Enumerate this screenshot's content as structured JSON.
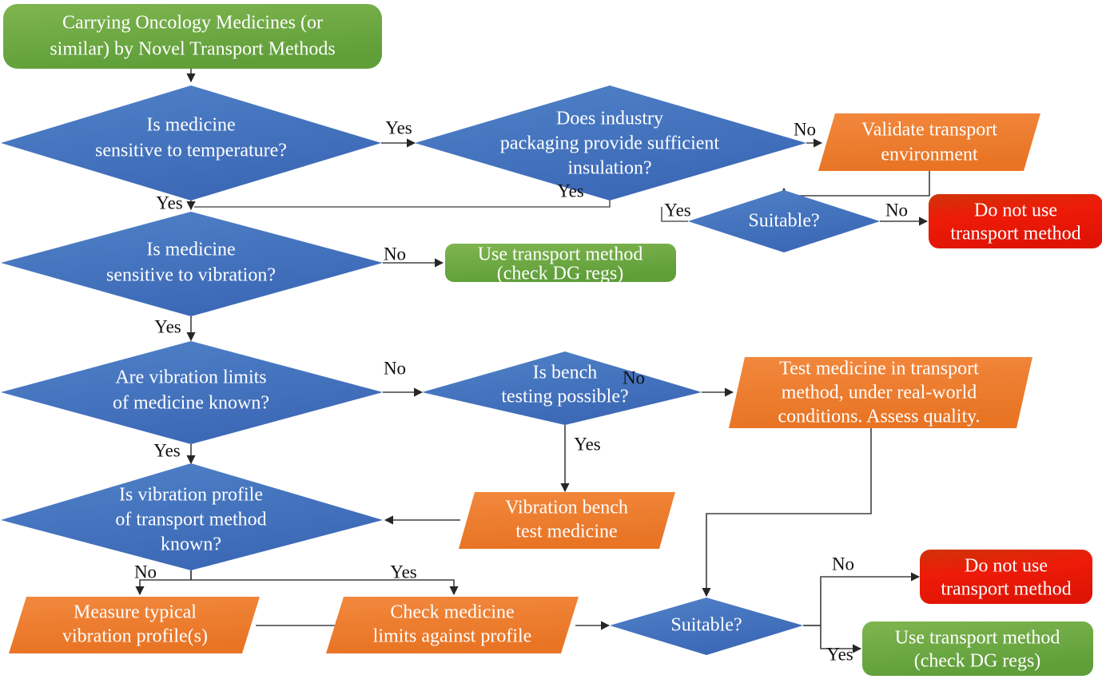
{
  "chart_data": {
    "type": "diagram",
    "title": "Carrying Oncology Medicines (or similar) by Novel Transport Methods",
    "diagram_kind": "flowchart",
    "nodes": [
      {
        "id": "start",
        "shape": "rounded-rect",
        "color": "#70ad47",
        "text": "Carrying Oncology Medicines (or similar) by Novel Transport Methods"
      },
      {
        "id": "temp",
        "shape": "diamond",
        "color": "#4472c4",
        "text": "Is medicine sensitive to temperature?"
      },
      {
        "id": "pack",
        "shape": "diamond",
        "color": "#4472c4",
        "text": "Does industry packaging provide sufficient insulation?"
      },
      {
        "id": "validate",
        "shape": "parallelogram",
        "color": "#ed7d31",
        "text": "Validate transport environment"
      },
      {
        "id": "suitable1",
        "shape": "diamond",
        "color": "#4472c4",
        "text": "Suitable?"
      },
      {
        "id": "donotuse1",
        "shape": "rounded-rect",
        "color": "#e8220c",
        "text": "Do not use transport method"
      },
      {
        "id": "vib",
        "shape": "diamond",
        "color": "#4472c4",
        "text": "Is medicine sensitive to vibration?"
      },
      {
        "id": "use1",
        "shape": "rounded-rect",
        "color": "#70ad47",
        "text": "Use transport method (check DG regs)"
      },
      {
        "id": "limits",
        "shape": "diamond",
        "color": "#4472c4",
        "text": "Are vibration limits of medicine known?"
      },
      {
        "id": "bench",
        "shape": "diamond",
        "color": "#4472c4",
        "text": "Is bench testing possible?"
      },
      {
        "id": "testmed",
        "shape": "parallelogram",
        "color": "#ed7d31",
        "text": "Test medicine in transport method, under real-world conditions. Assess quality."
      },
      {
        "id": "benchtest",
        "shape": "parallelogram",
        "color": "#ed7d31",
        "text": "Vibration bench test medicine"
      },
      {
        "id": "profile",
        "shape": "diamond",
        "color": "#4472c4",
        "text": "Is vibration profile of transport method known?"
      },
      {
        "id": "measure",
        "shape": "parallelogram",
        "color": "#ed7d31",
        "text": "Measure typical vibration profile(s)"
      },
      {
        "id": "check",
        "shape": "parallelogram",
        "color": "#ed7d31",
        "text": "Check medicine limits against profile"
      },
      {
        "id": "suitable2",
        "shape": "diamond",
        "color": "#4472c4",
        "text": "Suitable?"
      },
      {
        "id": "donotuse2",
        "shape": "rounded-rect",
        "color": "#e8220c",
        "text": "Do not use transport method"
      },
      {
        "id": "use2",
        "shape": "rounded-rect",
        "color": "#70ad47",
        "text": "Use transport method (check DG regs)"
      }
    ],
    "edges": [
      {
        "from": "start",
        "to": "temp",
        "label": ""
      },
      {
        "from": "temp",
        "to": "pack",
        "label": "Yes"
      },
      {
        "from": "temp",
        "to": "vib",
        "label": "Yes"
      },
      {
        "from": "pack",
        "to": "validate",
        "label": "No"
      },
      {
        "from": "pack",
        "to": "vib",
        "label": "Yes"
      },
      {
        "from": "validate",
        "to": "suitable1",
        "label": ""
      },
      {
        "from": "suitable1",
        "to": "donotuse1",
        "label": "No"
      },
      {
        "from": "suitable1",
        "to": "vib",
        "label": "Yes"
      },
      {
        "from": "vib",
        "to": "use1",
        "label": "No"
      },
      {
        "from": "vib",
        "to": "limits",
        "label": "Yes"
      },
      {
        "from": "limits",
        "to": "bench",
        "label": "No"
      },
      {
        "from": "limits",
        "to": "profile",
        "label": "Yes"
      },
      {
        "from": "bench",
        "to": "testmed",
        "label": "No"
      },
      {
        "from": "bench",
        "to": "benchtest",
        "label": "Yes"
      },
      {
        "from": "benchtest",
        "to": "profile",
        "label": ""
      },
      {
        "from": "testmed",
        "to": "suitable2",
        "label": ""
      },
      {
        "from": "profile",
        "to": "measure",
        "label": "No"
      },
      {
        "from": "profile",
        "to": "check",
        "label": "Yes"
      },
      {
        "from": "measure",
        "to": "check",
        "label": ""
      },
      {
        "from": "check",
        "to": "suitable2",
        "label": ""
      },
      {
        "from": "suitable2",
        "to": "donotuse2",
        "label": "No"
      },
      {
        "from": "suitable2",
        "to": "use2",
        "label": "Yes"
      }
    ]
  },
  "nodes": {
    "start": {
      "line1": "Carrying Oncology Medicines (or",
      "line2": "similar) by Novel Transport Methods"
    },
    "temp": {
      "line1": "Is medicine",
      "line2": "sensitive to temperature?"
    },
    "pack": {
      "line1": "Does industry",
      "line2": "packaging provide sufficient",
      "line3": "insulation?"
    },
    "validate": {
      "line1": "Validate transport",
      "line2": "environment"
    },
    "suitable1": {
      "line1": "Suitable?"
    },
    "donotuse1": {
      "line1": "Do not use",
      "line2": "transport method"
    },
    "vib": {
      "line1": "Is medicine",
      "line2": "sensitive to vibration?"
    },
    "use1": {
      "line1": "Use transport method",
      "line2": "(check DG regs)"
    },
    "limits": {
      "line1": "Are vibration limits",
      "line2": "of medicine known?"
    },
    "bench": {
      "line1": "Is bench",
      "line2": "testing possible?"
    },
    "testmed": {
      "line1": "Test medicine in transport",
      "line2": "method, under real-world",
      "line3": "conditions. Assess quality."
    },
    "benchtest": {
      "line1": "Vibration bench",
      "line2": "test medicine"
    },
    "profile": {
      "line1": "Is vibration profile",
      "line2": "of transport method",
      "line3": "known?"
    },
    "measure": {
      "line1": "Measure typical",
      "line2": "vibration profile(s)"
    },
    "check": {
      "line1": "Check medicine",
      "line2": "limits against profile"
    },
    "suitable2": {
      "line1": "Suitable?"
    },
    "donotuse2": {
      "line1": "Do not use",
      "line2": "transport method"
    },
    "use2": {
      "line1": "Use transport method",
      "line2": "(check DG regs)"
    }
  },
  "labels": {
    "temp_yes_right": "Yes",
    "temp_yes_down": "Yes",
    "pack_no": "No",
    "pack_yes": "Yes",
    "suitable1_yes": "Yes",
    "suitable1_no": "No",
    "vib_no": "No",
    "vib_yes": "Yes",
    "limits_no": "No",
    "limits_yes": "Yes",
    "bench_no": "No",
    "bench_yes": "Yes",
    "profile_no": "No",
    "profile_yes": "Yes",
    "suitable2_no": "No",
    "suitable2_yes": "Yes"
  },
  "colors": {
    "green": "#70ad47",
    "blue": "#4472c4",
    "orange": "#ed7d31",
    "red": "#e8220c",
    "connector": "#595959",
    "text_light": "#ffffff",
    "text_dark": "#111111",
    "background": "#ffffff"
  }
}
